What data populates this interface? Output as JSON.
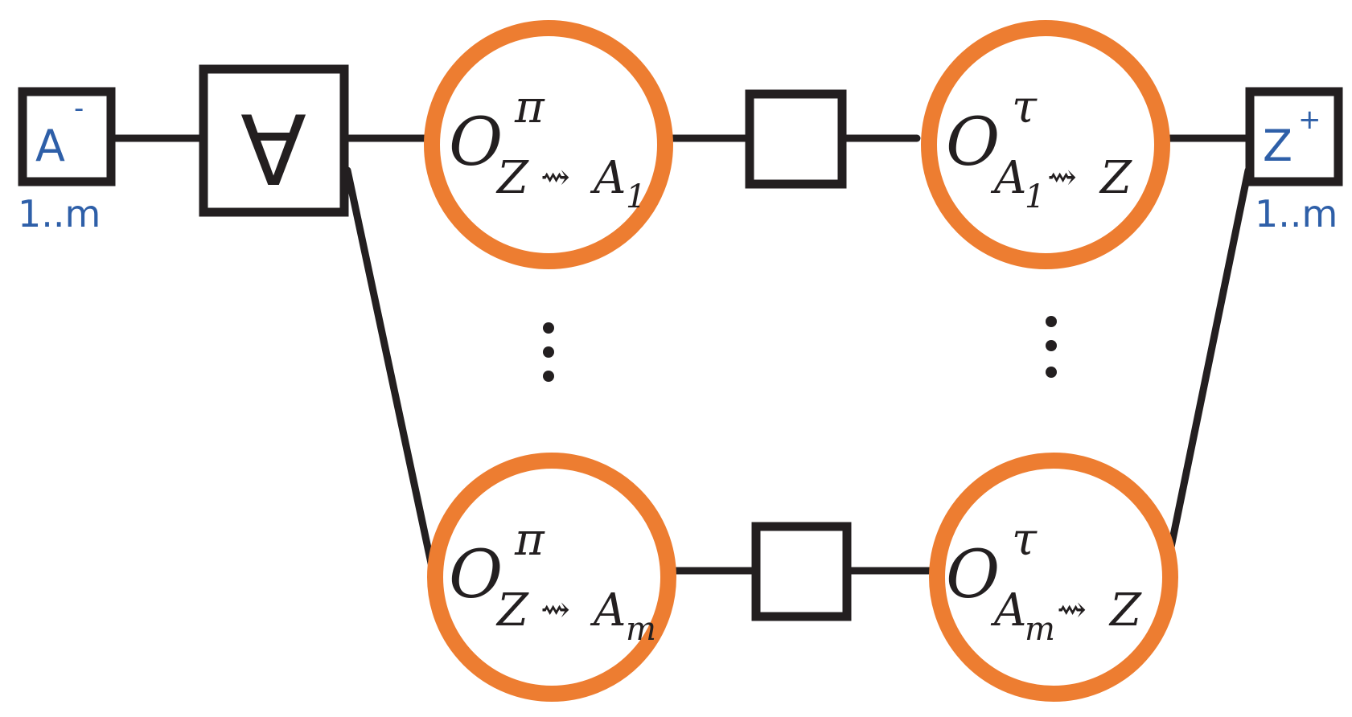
{
  "nodes": {
    "a_minus": {
      "letter": "A",
      "sup": "-",
      "range": "1..m"
    },
    "z_plus": {
      "letter": "Z",
      "sup": "+",
      "range": "1..m"
    },
    "forall": {
      "symbol": "∀"
    },
    "o_pi_1": {
      "base": "O",
      "sup": "π",
      "sub_from": "Z",
      "arrow": "⇝",
      "sub_to": "A",
      "sub_to_index": "1"
    },
    "o_pi_m": {
      "base": "O",
      "sup": "π",
      "sub_from": "Z",
      "arrow": "⇝",
      "sub_to": "A",
      "sub_to_index": "m"
    },
    "o_tau_1": {
      "base": "O",
      "sup": "τ",
      "sub_from": "A",
      "sub_from_index": "1",
      "arrow": "⇝",
      "sub_to": "Z"
    },
    "o_tau_m": {
      "base": "O",
      "sup": "τ",
      "sub_from": "A",
      "sub_from_index": "m",
      "arrow": "⇝",
      "sub_to": "Z"
    }
  },
  "colors": {
    "circle_outline": "#ed7d31",
    "label_blue": "#2e5fa8",
    "line": "#231f20"
  }
}
